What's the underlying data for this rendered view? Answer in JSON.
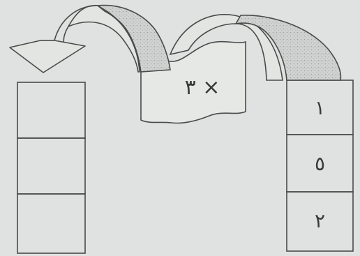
{
  "operation": {
    "label": "٣ ×"
  },
  "input_column": {
    "cells": [
      "١",
      "٥",
      "٢"
    ]
  },
  "output_column": {
    "cells": [
      "",
      "",
      ""
    ]
  },
  "colors": {
    "background": "#dfe2e0",
    "stroke": "#4a4a4a",
    "arrow_fill": "#cfd3d1",
    "paper": "#e6e8e6"
  }
}
